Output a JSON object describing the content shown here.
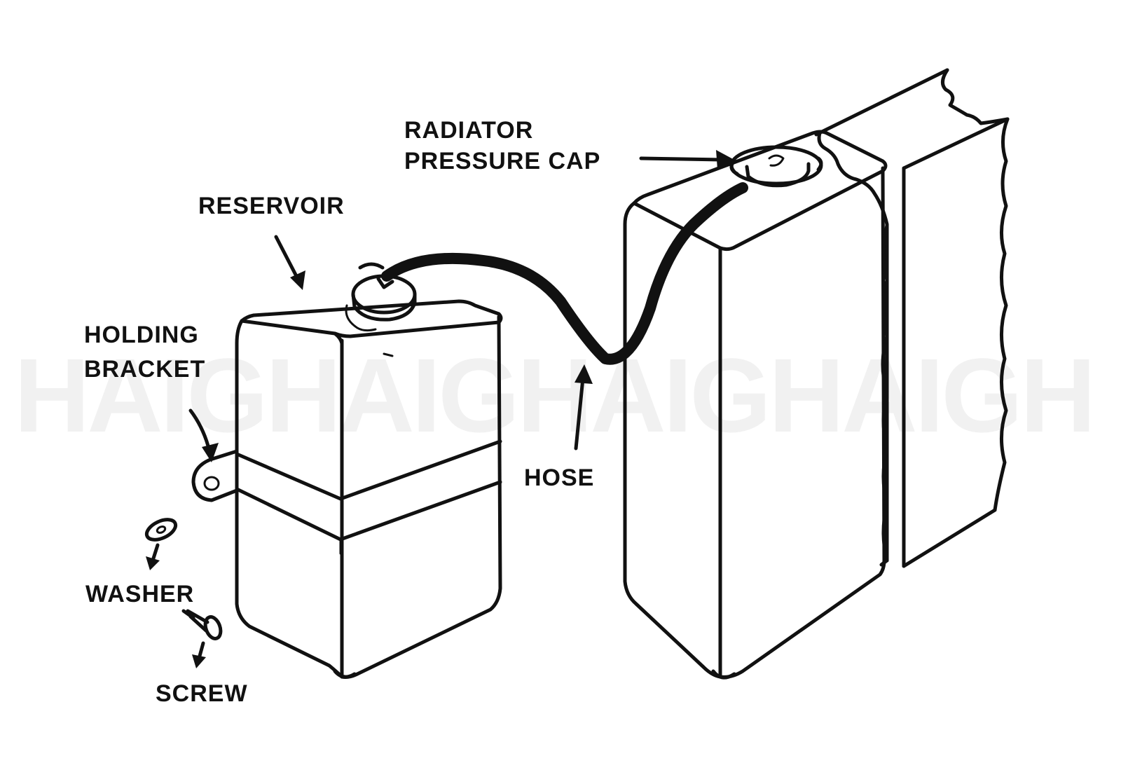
{
  "watermark": "HAIGHAIGHAIGHAIGH",
  "labels": {
    "radiator_cap_line1": "RADIATOR",
    "radiator_cap_line2": "PRESSURE CAP",
    "reservoir": "RESERVOIR",
    "holding_bracket_line1": "HOLDING",
    "holding_bracket_line2": "BRACKET",
    "hose": "HOSE",
    "washer": "WASHER",
    "screw": "SCREW"
  },
  "colors": {
    "ink": "#111111",
    "background": "#ffffff",
    "watermark": "#e6e6e6"
  }
}
